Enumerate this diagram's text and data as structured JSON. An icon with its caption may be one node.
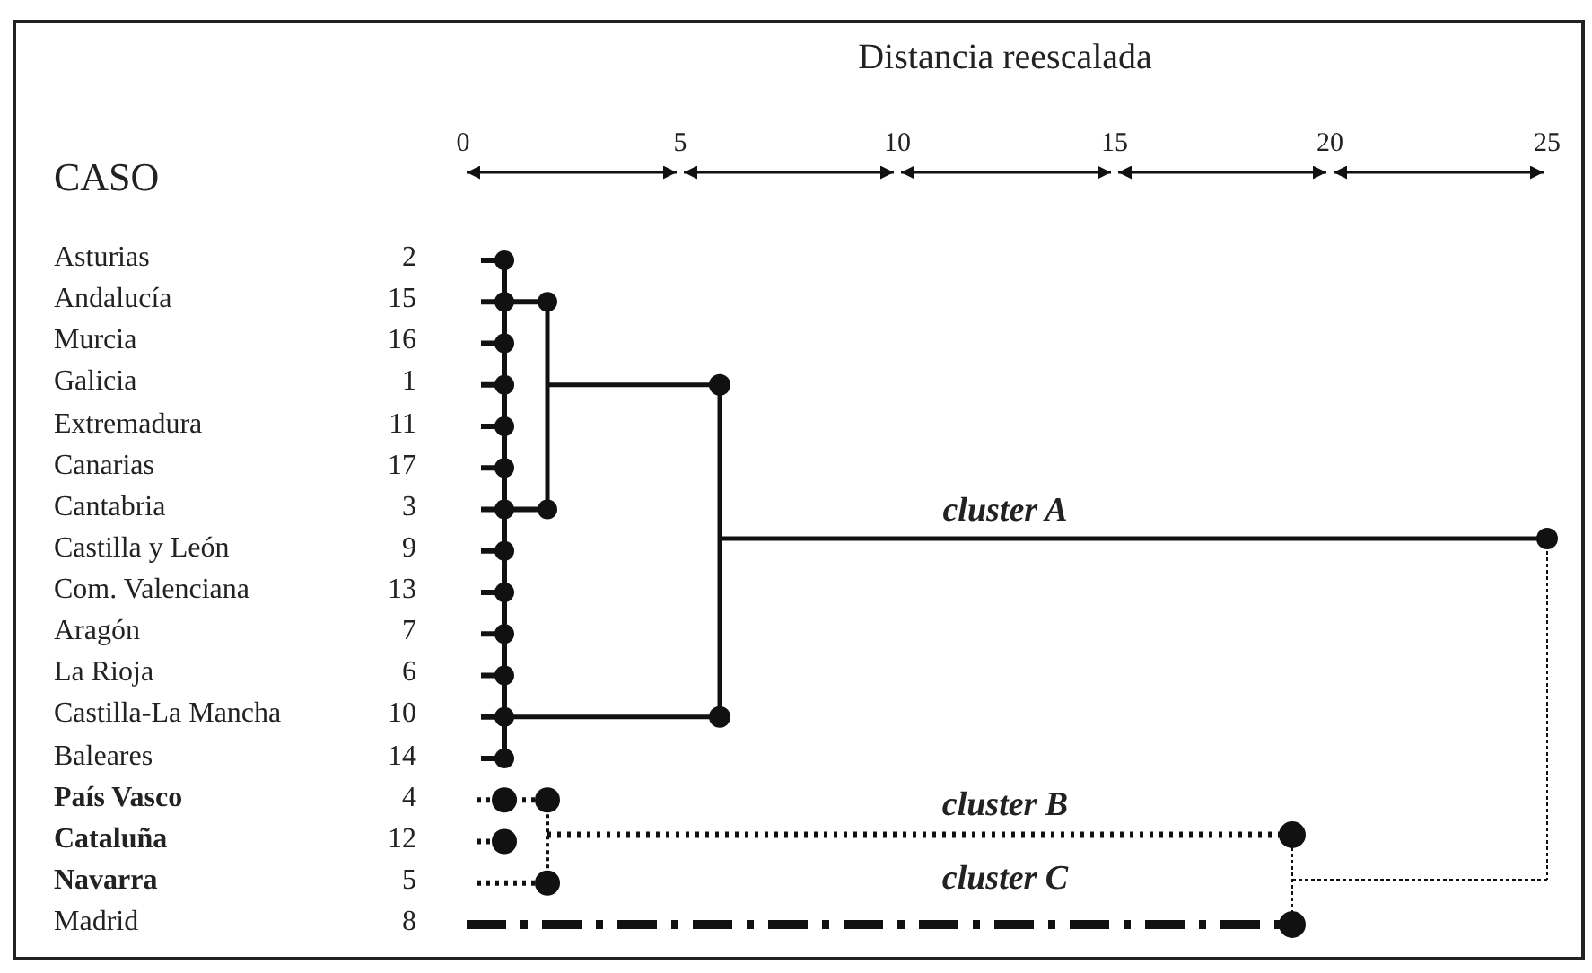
{
  "diagram": {
    "labels": [
      "Distancia reescalada",
      "0",
      "5",
      "10",
      "15",
      "20",
      "25",
      "CASO",
      "Asturias",
      "2",
      "Andalucía",
      "15",
      "Murcia",
      "16",
      "Galicia",
      "1",
      "Extremadura",
      "11",
      "Canarias",
      "17",
      "Cantabria",
      "3",
      "Castilla y León",
      "9",
      "Com. Valenciana",
      "13",
      "Aragón",
      "7",
      "La Rioja",
      "6",
      "Castilla-La Mancha",
      "10",
      "Baleares",
      "14",
      "País Vasco",
      "4",
      "Cataluña",
      "12",
      "Navarra",
      "5",
      "Madrid",
      "8",
      "cluster A",
      "cluster B",
      "cluster C"
    ]
  }
}
